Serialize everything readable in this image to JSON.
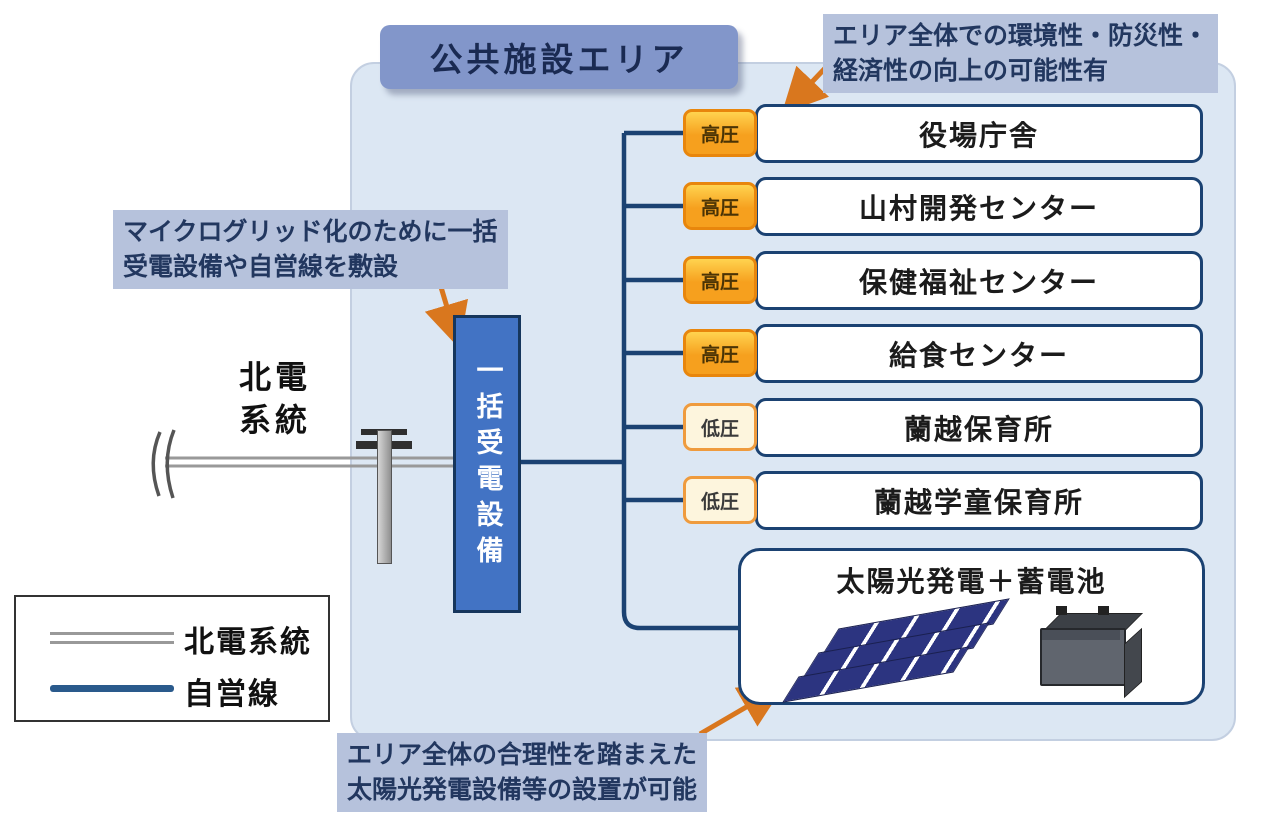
{
  "title": "公共施設エリア",
  "callouts": {
    "top": {
      "line1": "エリア全体での環境性・防災性・",
      "line2": "経済性の向上の可能性有"
    },
    "left": {
      "line1": "マイクログリッド化のために一括",
      "line2": "受電設備や自営線を敷設"
    },
    "bottom": {
      "line1": "エリア全体の合理性を踏まえた",
      "line2": "太陽光発電設備等の設置が可能"
    }
  },
  "source": {
    "grid_line1": "北電",
    "grid_line2": "系統"
  },
  "equipment": {
    "label": "一括受電設備"
  },
  "facilities": [
    {
      "voltage": "高圧",
      "name": "役場庁舎"
    },
    {
      "voltage": "高圧",
      "name": "山村開発センター"
    },
    {
      "voltage": "高圧",
      "name": "保健福祉センター"
    },
    {
      "voltage": "高圧",
      "name": "給食センター"
    },
    {
      "voltage": "低圧",
      "name": "蘭越保育所"
    },
    {
      "voltage": "低圧",
      "name": "蘭越学童保育所"
    }
  ],
  "generation": {
    "label": "太陽光発電＋蓄電池"
  },
  "legend": {
    "items": [
      {
        "label": "北電系統"
      },
      {
        "label": "自営線"
      }
    ]
  },
  "colors": {
    "area_bg": "#dce7f3",
    "title_bg": "#8296ca",
    "callout_bg": "#b6c2dc",
    "line_navy": "#1b4272",
    "grid_gray": "#999999",
    "high_voltage": "#f6a01e",
    "high_voltage_border": "#e8860c",
    "low_voltage_bg": "#fdf5dd",
    "low_voltage_border": "#ef9b3d",
    "equipment_blue": "#4273c4",
    "arrow_orange": "#d9771e",
    "own_line_blue": "#2a5a8c",
    "panel_navy": "#2c3480"
  }
}
